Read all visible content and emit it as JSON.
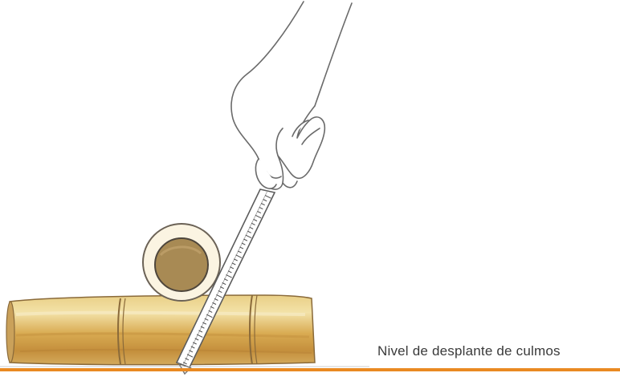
{
  "caption": "Nivel de desplante de culmos",
  "colors": {
    "ground_line": "#e98a22",
    "bamboo_light": "#f1dc9c",
    "bamboo_mid": "#d7a84f",
    "bamboo_dark": "#b47a2e",
    "culm_section_inner": "#a88a54",
    "outline": "#6b6256"
  },
  "figure": {
    "elements": [
      "hand",
      "measuring-tape",
      "bamboo-cross-section",
      "bamboo-culm",
      "ground-level-line"
    ]
  }
}
